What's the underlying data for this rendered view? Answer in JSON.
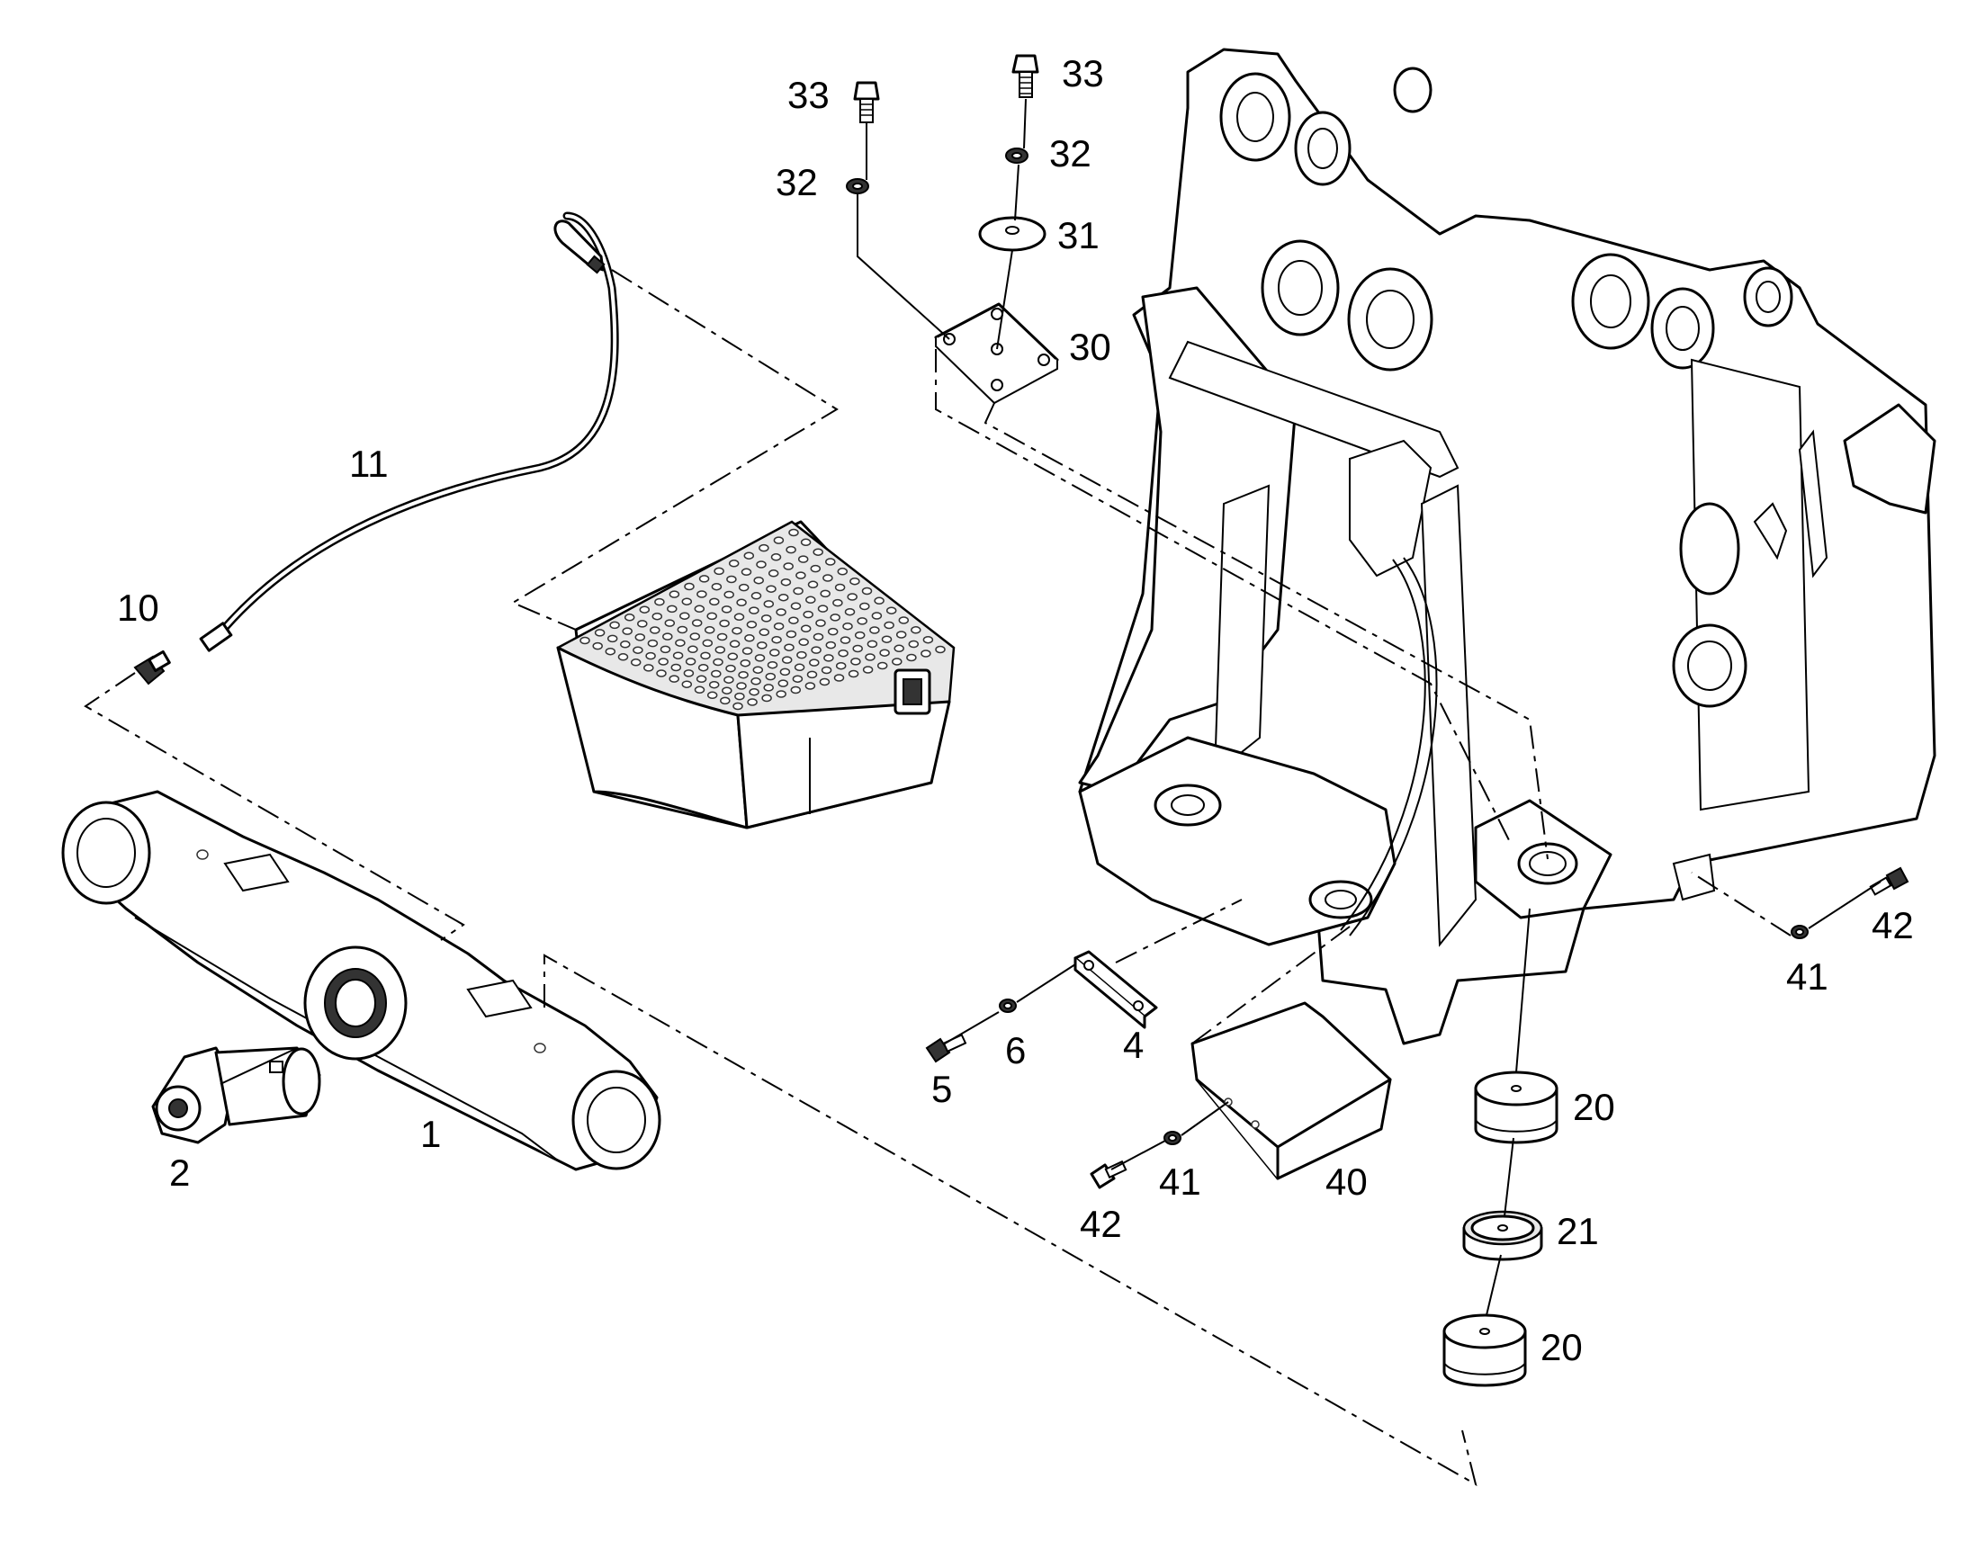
{
  "callouts": {
    "c1": "1",
    "c2": "2",
    "c4": "4",
    "c5": "5",
    "c6": "6",
    "c10": "10",
    "c11": "11",
    "c20a": "20",
    "c20b": "20",
    "c21": "21",
    "c30": "30",
    "c31": "31",
    "c32a": "32",
    "c32b": "32",
    "c33a": "33",
    "c33b": "33",
    "c40": "40",
    "c41a": "41",
    "c41b": "41",
    "c42a": "42",
    "c42b": "42"
  }
}
